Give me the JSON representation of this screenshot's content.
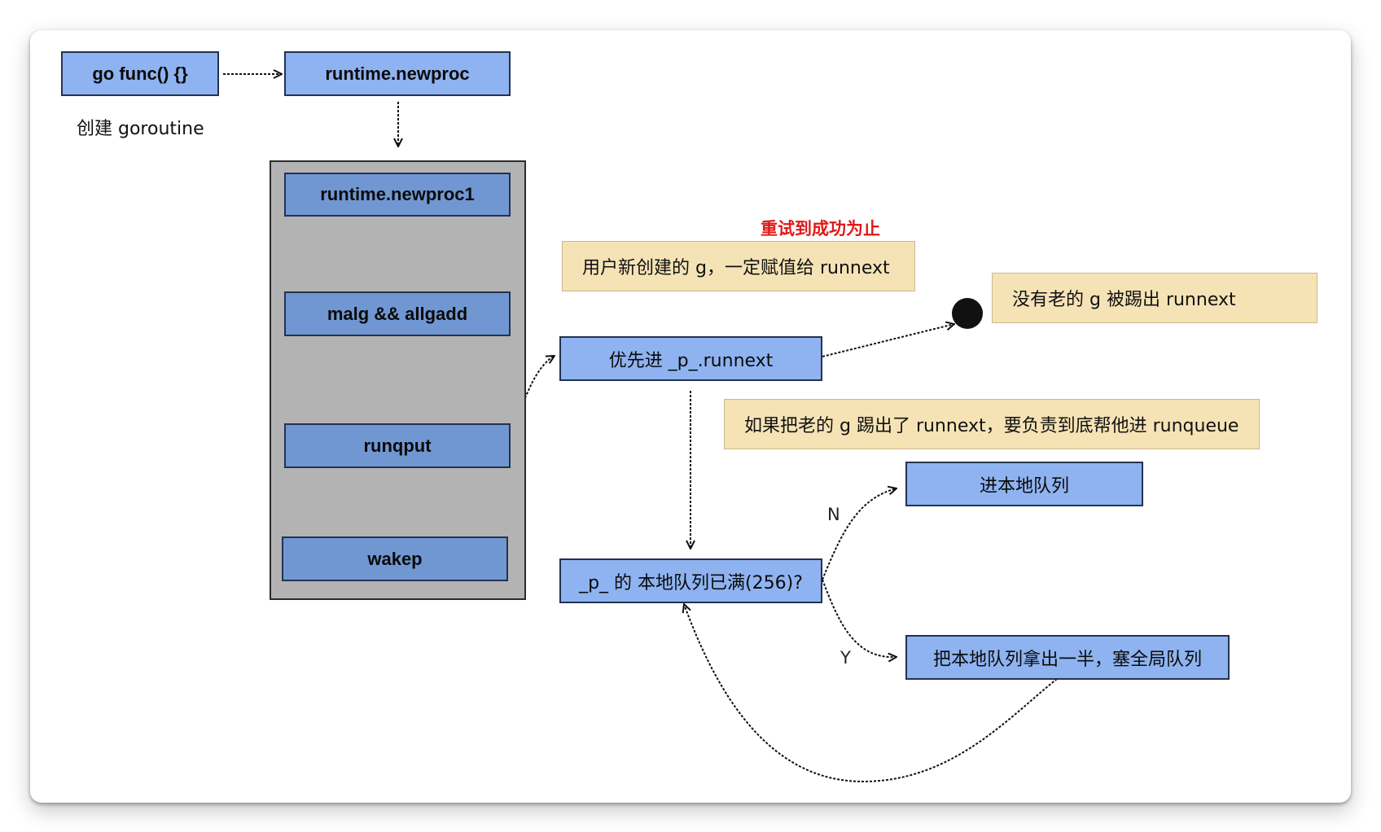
{
  "nodes": {
    "go_func": "go func() {}",
    "newproc": "runtime.newproc",
    "newproc1": "runtime.newproc1",
    "malg": "malg && allgadd",
    "runqput": "runqput",
    "wakep": "wakep",
    "runnext": "优先进 _p_.runnext",
    "queue_full": "_p_ 的 本地队列已满(256)?",
    "local_queue": "进本地队列",
    "global_queue": "把本地队列拿出一半，塞全局队列"
  },
  "labels": {
    "create_goroutine": "创建 goroutine",
    "retry": "重试到成功为止",
    "edge_no": "N",
    "edge_yes": "Y"
  },
  "notes": {
    "assign_runnext": "用户新创建的 g，一定赋值给 runnext",
    "kicked_out": "没有老的 g 被踢出 runnext",
    "move_to_runqueue": "如果把老的 g 踢出了 runnext，要负责到底帮他进  runqueue"
  },
  "colors": {
    "node_light_blue": "#8fb3f0",
    "node_dark_blue": "#7097d2",
    "group_gray": "#b3b3b3",
    "note_yellow": "#f5e3b6",
    "highlight_red": "#e01919",
    "edge_black": "#111111"
  }
}
